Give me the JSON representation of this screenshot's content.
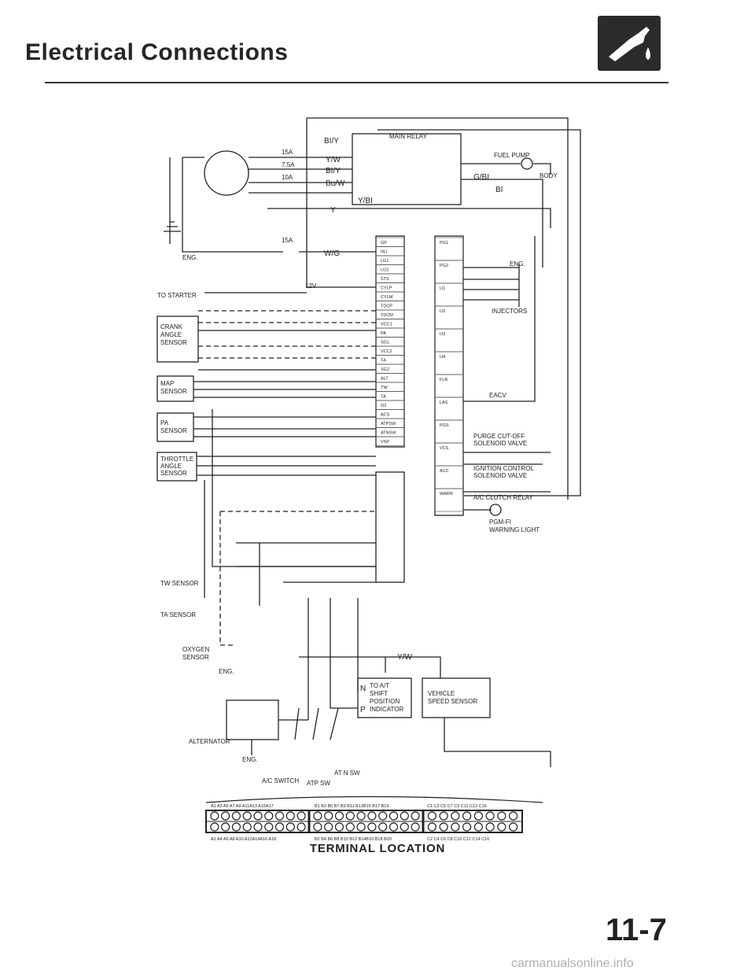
{
  "header": {
    "title": "Electrical Connections",
    "icon": "fuel-nozzle-icon"
  },
  "diagram": {
    "relay": {
      "main": "MAIN RELAY"
    },
    "fuel_pump": "FUEL PUMP",
    "body_ground": "BODY",
    "eng": "ENG.",
    "to_starter": "TO STARTER",
    "v12": "12V",
    "fuses": [
      "15A",
      "7.5A",
      "10A",
      "15A"
    ],
    "wires": {
      "bly": "BI/Y",
      "yw": "Y/W",
      "bly2": "BI/Y",
      "blw": "Bu/W",
      "ybl": "Y/BI",
      "gbl": "G/BI",
      "bl": "BI",
      "y": "Y",
      "wg": "W/G",
      "yw2": "Y/W"
    },
    "sensors": {
      "crank": [
        "CRANK",
        "ANGLE",
        "SENSOR"
      ],
      "map": [
        "MAP",
        "SENSOR"
      ],
      "pa": [
        "PA",
        "SENSOR"
      ],
      "throttle": [
        "THROTTLE",
        "ANGLE",
        "SENSOR"
      ],
      "tw": "TW SENSOR",
      "ta": "TA SENSOR",
      "oxygen": [
        "OXYGEN",
        "SENSOR"
      ]
    },
    "outputs": {
      "injectors": "INJECTORS",
      "eacv": "EACV",
      "purge": [
        "PURGE CUT-OFF",
        "SOLENOID VALVE"
      ],
      "ignition": [
        "IGNITION CONTROL",
        "SOLENOID VALVE"
      ],
      "ac_relay": "A/C CLUTCH RELAY",
      "pgm": [
        "PGM-FI",
        "WARNING LIGHT"
      ]
    },
    "at_indicator": [
      "TO A/T",
      "SHIFT",
      "POSITION",
      "INDICATOR"
    ],
    "vss": [
      "VEHICLE",
      "SPEED SENSOR"
    ],
    "np": [
      "N",
      "P"
    ],
    "alternator": "ALTERNATOR",
    "ac_switch": "A/C SWITCH",
    "atp_sw": "ATP SW",
    "atn_sw": "AT N SW",
    "ecu_left_pins": [
      "GP",
      "INJ",
      "LG1",
      "LG2",
      "STS",
      "CYLP",
      "CYLM",
      "TDCP",
      "TDCM",
      "VCC1",
      "PA",
      "SG1",
      "VCC2",
      "TA",
      "SG2",
      "ALT",
      "TW",
      "TA",
      "O2",
      "ACS",
      "ATPSW",
      "ATNSW",
      "VSP"
    ],
    "ecu_right_pins": [
      "PG1",
      "PG2",
      "IJ1",
      "IJ2",
      "IJ3",
      "IJ4",
      "FLR",
      "LAS",
      "PGS",
      "VCS",
      "ACC",
      "WARN"
    ]
  },
  "terminal": {
    "title": "TERMINAL LOCATION",
    "labels_top": [
      "A1 A3 A5 A7 A9 A11A13 A15A17",
      "B1 B3 B5 B7 B9 B11 B13B15 B17 B19",
      "C1 C3 C5 C7 C9 C11 C13 C15"
    ],
    "labels_bottom": [
      "A2 A4 A6 A8 A10 A12A14A16 A18",
      "B2 B4 B6 B8 B10 B12 B14B16 B18 B20",
      "C2 C4 C6 C8 C10 C12 C14 C16"
    ]
  },
  "page_number": "11-7",
  "watermark": "carmanualsonline.info"
}
